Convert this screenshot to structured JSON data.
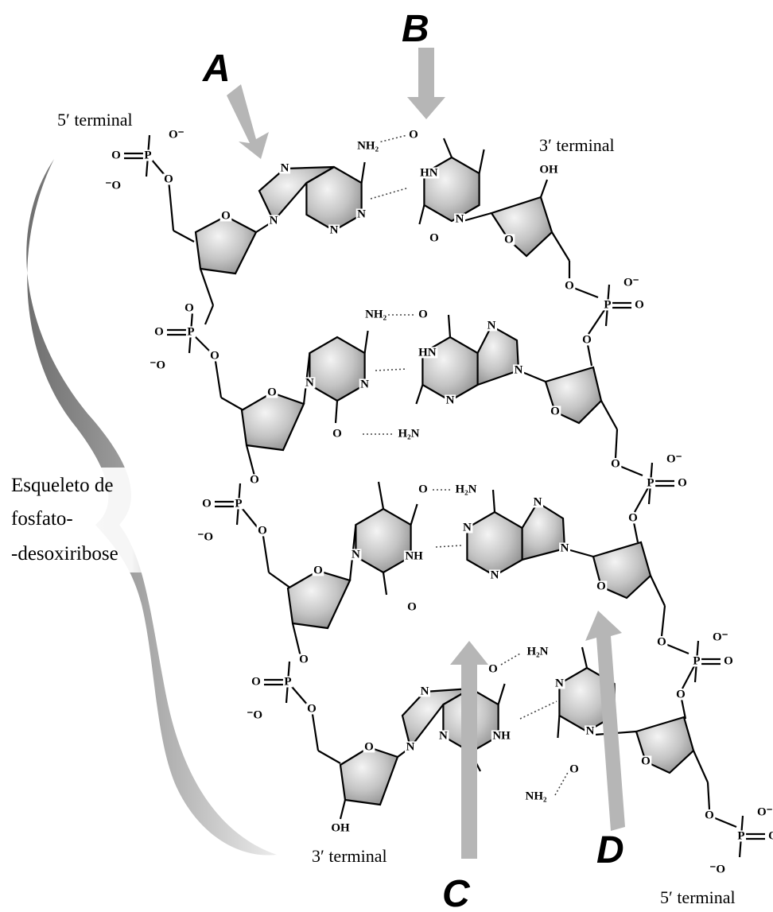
{
  "labels": {
    "five_terminal_top": "5′ terminal",
    "three_terminal_top": "3′ terminal",
    "three_terminal_bottom": "3′ terminal",
    "five_terminal_bottom": "5′ terminal",
    "backbone_line1": "Esqueleto de",
    "backbone_line2": "fosfato-",
    "backbone_line3": "-desoxiribose"
  },
  "markers": {
    "a": "A",
    "b": "B",
    "c": "C",
    "d": "D"
  },
  "atoms": {
    "P": "P",
    "O": "O",
    "O_minus": "O⁻",
    "minus_O": "⁻O",
    "N": "N",
    "NH2": "NH₂",
    "H2N": "H₂N",
    "NH": "NH",
    "HN": "HN",
    "OH": "OH"
  },
  "colors": {
    "arrow": "#b6b6b6",
    "ring_light": "#f2f2f2",
    "ring_dark": "#8a8a8a"
  }
}
